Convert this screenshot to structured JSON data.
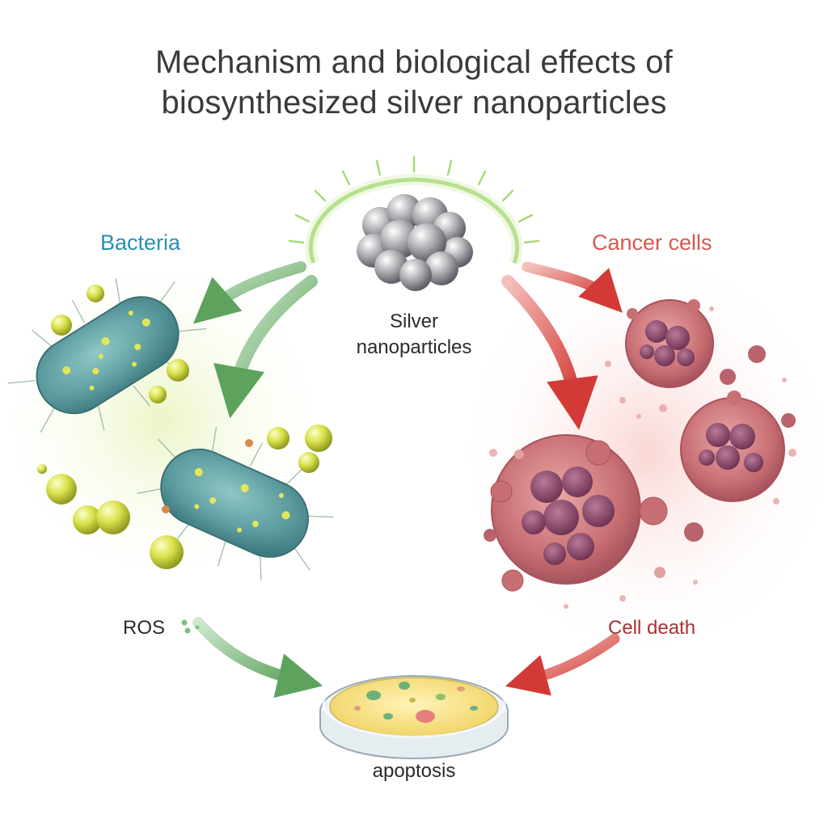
{
  "title": {
    "line1": "Mechanism and biological effects of",
    "line2": "biosynthesized silver nanoparticles"
  },
  "labels": {
    "bacteria": "Bacteria",
    "cancer_cells": "Cancer cells",
    "silver_line1": "Silver",
    "silver_line2": "nanoparticles",
    "ros": "ROS",
    "cell_death": "Cell death",
    "apoptosis": "apoptosis"
  },
  "colors": {
    "bacteria_label": "#2a8fb5",
    "cancer_label": "#d9574f",
    "cell_death_label": "#a83232",
    "green_arrow": "#6fae6f",
    "red_arrow": "#d9403c",
    "halo": "#8fcf5a"
  }
}
